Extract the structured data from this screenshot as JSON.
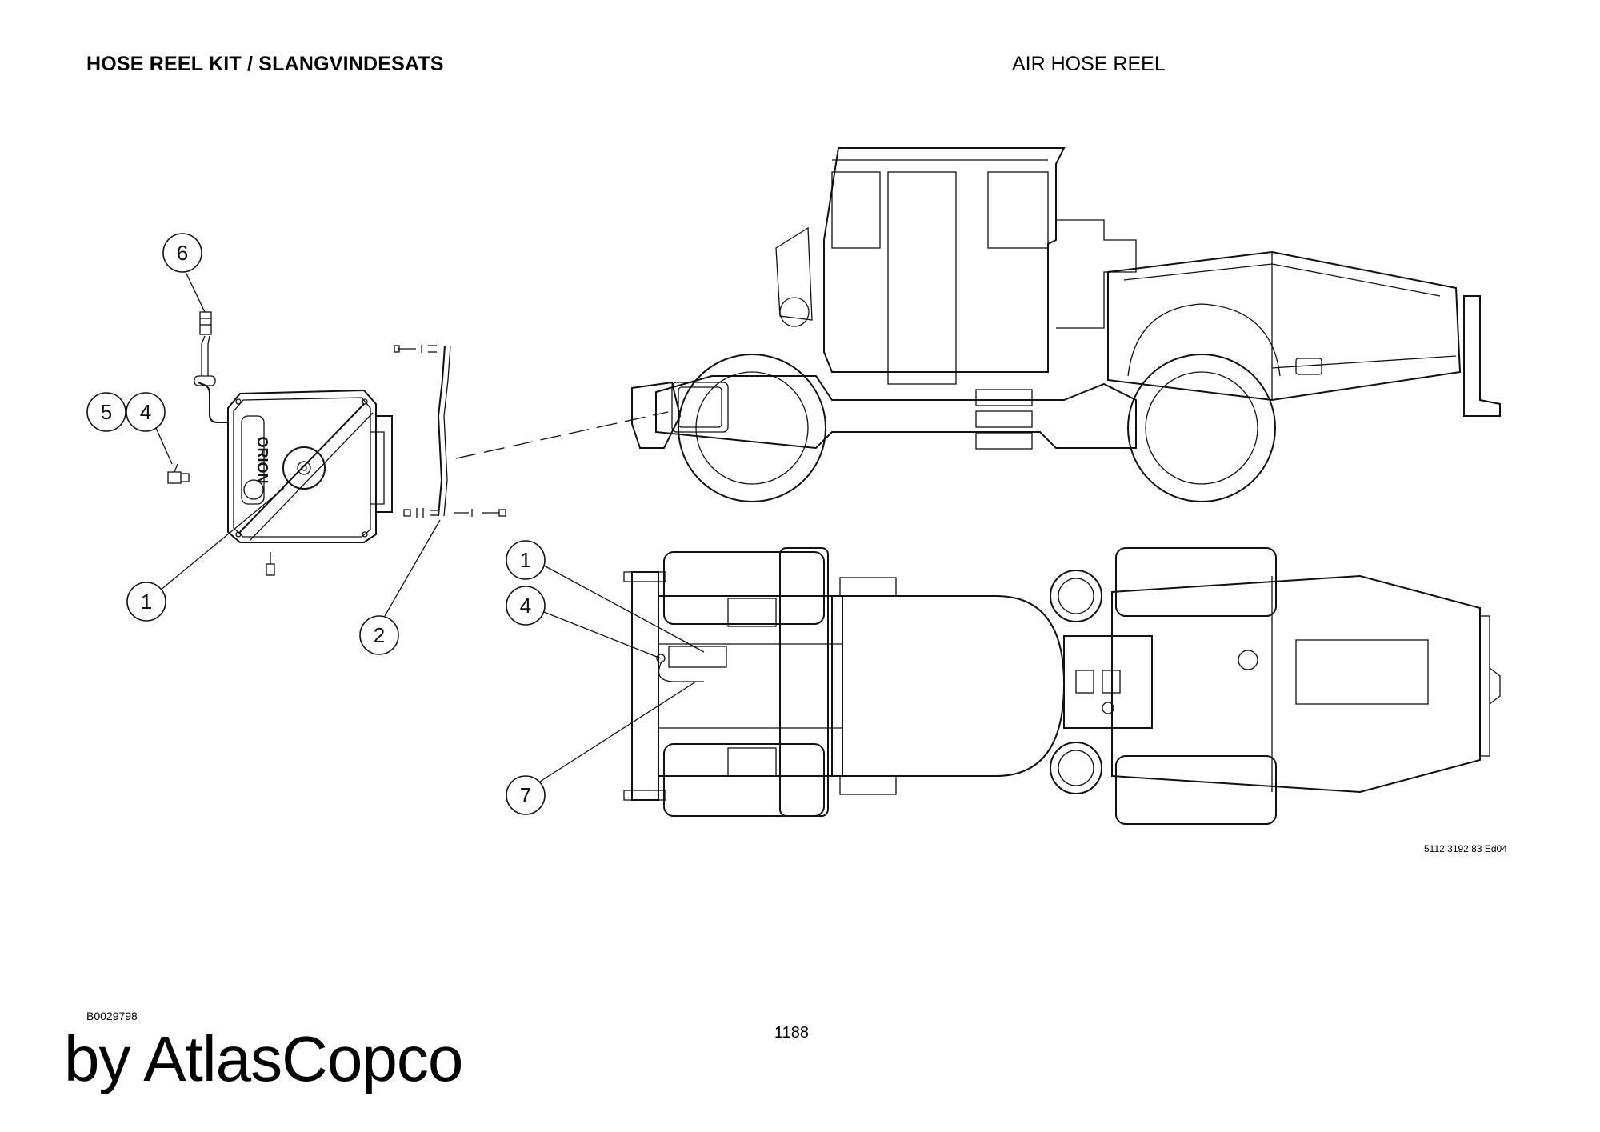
{
  "header": {
    "title_left": "HOSE REEL KIT / SLANGVINDESATS",
    "title_right": "AIR HOSE REEL"
  },
  "reference_code": "5112 3192 83 Ed04",
  "footer": {
    "doc_code": "B0029798",
    "page_number": "1188",
    "brand": "by AtlasCopco"
  },
  "reel_logo": "ORION",
  "callouts": {
    "c6": "6",
    "c5": "5",
    "c4": "4",
    "c1": "1",
    "c2": "2",
    "top_c1": "1",
    "top_c4": "4",
    "top_c7": "7"
  }
}
